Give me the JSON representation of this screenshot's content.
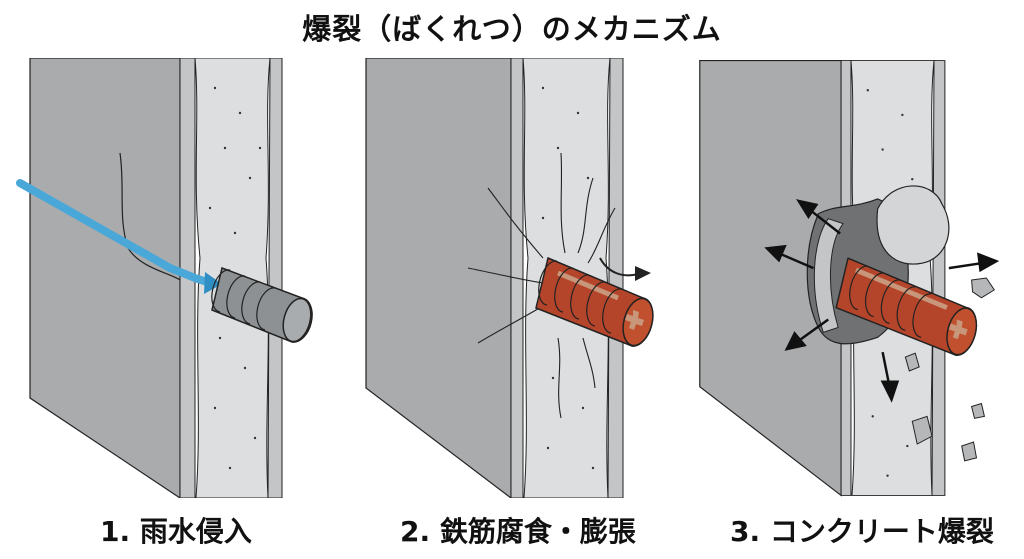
{
  "title": "爆裂（ばくれつ）のメカニズム",
  "colors": {
    "wall_face": "#a9abad",
    "wall_edge": "#c3c5c7",
    "concrete": "#dcdedf",
    "water_arrow": "#4aa8d8",
    "rebar_steel": "#8e9193",
    "rebar_rust": "#b5452a",
    "rust_patch": "#c8967a",
    "outline": "#222222"
  },
  "panels": [
    {
      "step": 1,
      "caption": "1. 雨水侵入",
      "icons": [
        "water-arrow-icon",
        "rebar-icon",
        "crack-icon"
      ]
    },
    {
      "step": 2,
      "caption": "2. 鉄筋腐食・膨張",
      "icons": [
        "rusted-rebar-icon",
        "expansion-arrow-icon",
        "crack-icon"
      ]
    },
    {
      "step": 3,
      "caption": "3. コンクリート爆裂",
      "icons": [
        "rusted-rebar-icon",
        "burst-arrow-icon",
        "concrete-fragment-icon"
      ]
    }
  ]
}
